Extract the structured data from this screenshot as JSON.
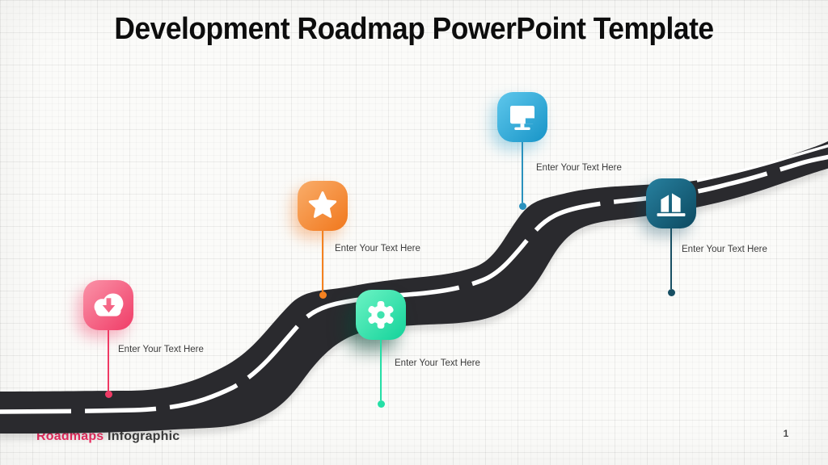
{
  "slide": {
    "title": "Development Roadmap PowerPoint Template",
    "page_number": "1",
    "footer": {
      "brand_primary": "Roadmaps",
      "brand_secondary": " Infographic"
    },
    "colors": {
      "background": "#fbfbf9",
      "road": "#2a2a2e",
      "road_line": "#ffffff",
      "title_text": "#0d0d0d",
      "label_text": "#3c3c3c",
      "brand_primary": "#f02e63",
      "brand_secondary": "#3d3d3d",
      "page_number": "#4a4a4a"
    }
  },
  "milestones": [
    {
      "label": "Enter Your Text Here",
      "icon": "cloud-download-icon",
      "gradient": [
        "#fa93a8",
        "#f03c67"
      ],
      "accent": "#ef3a64"
    },
    {
      "label": "Enter Your Text Here",
      "icon": "star-icon",
      "gradient": [
        "#f9ad6a",
        "#f1771c"
      ],
      "accent": "#f58220"
    },
    {
      "label": "Enter Your Text Here",
      "icon": "gear-icon",
      "gradient": [
        "#6cf4c4",
        "#13d29a"
      ],
      "accent": "#25dfa6"
    },
    {
      "label": "Enter Your Text Here",
      "icon": "monitor-icon",
      "gradient": [
        "#5ec7ec",
        "#1794c7"
      ],
      "accent": "#2a91bd"
    },
    {
      "label": "Enter Your Text Here",
      "icon": "buildings-icon",
      "gradient": [
        "#27809f",
        "#0c4960"
      ],
      "accent": "#174f63"
    }
  ]
}
